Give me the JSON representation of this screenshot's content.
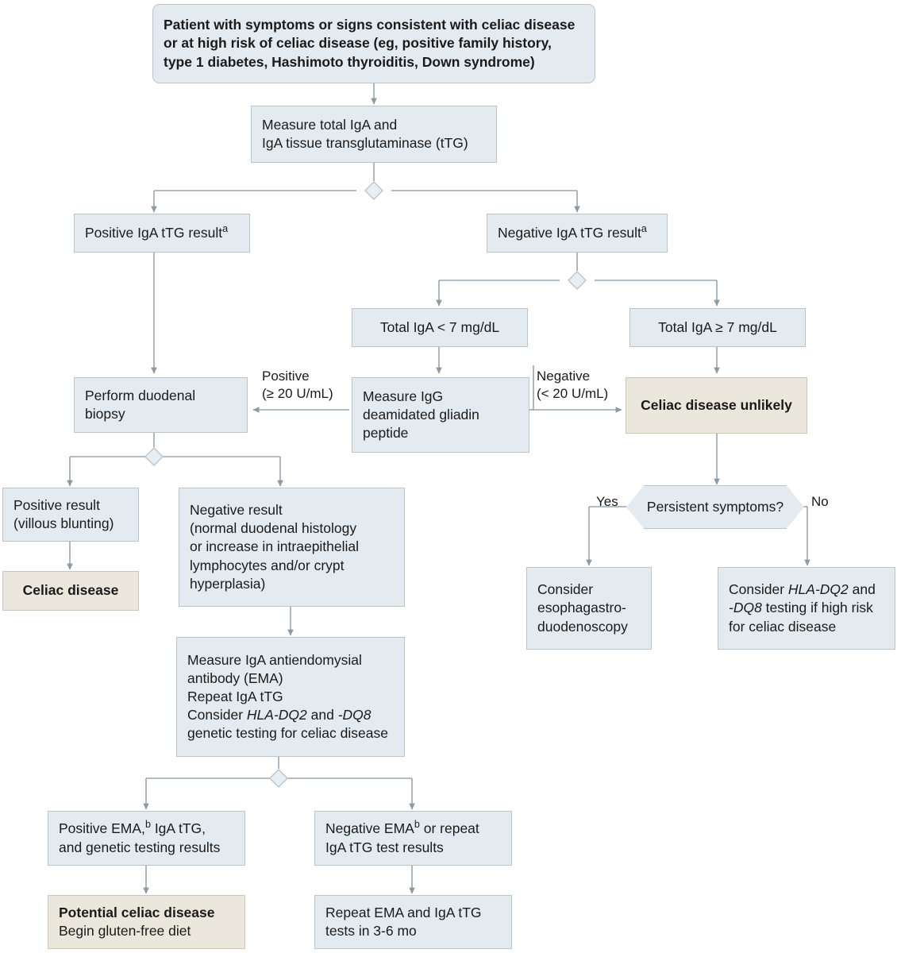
{
  "colors": {
    "box_fill": "#e4ebf0",
    "box_stroke": "#b9c4cb",
    "outcome_fill": "#ece7dd",
    "outcome_stroke": "#cdc6b8",
    "connector": "#9aa5ad",
    "text": "#1a1a1a"
  },
  "nodes": {
    "entry": {
      "lines": [
        "Patient with symptoms or signs consistent with celiac disease",
        "or at high risk of celiac disease (eg, positive family history,",
        "type 1 diabetes, Hashimoto thyroiditis, Down syndrome)"
      ]
    },
    "measure_iga": {
      "lines": [
        "Measure total IgA and",
        "IgA tissue transglutaminase (tTG)"
      ]
    },
    "positive_ttg": {
      "text": "Positive IgA tTG result",
      "footnote": "a"
    },
    "negative_ttg": {
      "text": "Negative IgA tTG result",
      "footnote": "a"
    },
    "total_iga_low": {
      "text": "Total IgA < 7 mg/dL"
    },
    "total_iga_high": {
      "text": "Total IgA ≥ 7 mg/dL"
    },
    "biopsy": {
      "lines": [
        "Perform duodenal",
        "biopsy"
      ]
    },
    "measure_dgp": {
      "lines": [
        "Measure IgG",
        "deamidated gliadin",
        "peptide"
      ]
    },
    "celiac_unlikely": {
      "text": "Celiac disease unlikely"
    },
    "positive_biopsy": {
      "lines": [
        "Positive result",
        "(villous blunting)"
      ]
    },
    "celiac_disease": {
      "text": "Celiac disease"
    },
    "negative_biopsy": {
      "lines": [
        "Negative result",
        "(normal duodenal histology",
        "or increase in intraepithelial",
        "lymphocytes and/or crypt",
        "hyperplasia)"
      ]
    },
    "measure_ema": {
      "line1": "Measure IgA antiendomysial",
      "line2": "antibody (EMA)",
      "line3": "Repeat IgA tTG",
      "line4_pre": "Consider ",
      "line4_gene1": "HLA-DQ2",
      "line4_mid": " and ",
      "line4_gene2": "-DQ8",
      "line5": "genetic testing for celiac disease"
    },
    "positive_ema": {
      "line1_pre": "Positive EMA,",
      "line1_footnote": "b",
      "line1_post": " IgA tTG,",
      "line2": "and genetic testing results"
    },
    "potential_celiac": {
      "line1": "Potential celiac disease",
      "line2": "Begin gluten-free diet"
    },
    "negative_ema": {
      "line1_pre": "Negative EMA",
      "line1_footnote": "b",
      "line1_post": " or repeat",
      "line2": "IgA tTG test results"
    },
    "repeat_tests": {
      "lines": [
        "Repeat EMA and IgA tTG",
        "tests in 3-6 mo"
      ]
    },
    "persistent_symptoms": {
      "text": "Persistent symptoms?"
    },
    "consider_egd": {
      "lines": [
        "Consider",
        "esophagastro-",
        "duodenoscopy"
      ]
    },
    "consider_hla": {
      "line1_pre": "Consider ",
      "line1_gene": "HLA-DQ2",
      "line1_post": " and",
      "line2_gene": "-DQ8",
      "line2_post": " testing if high risk",
      "line3": "for celiac disease"
    }
  },
  "edge_labels": {
    "dgp_positive": [
      "Positive",
      "(≥ 20 U/mL)"
    ],
    "dgp_negative": [
      "Negative",
      "(< 20 U/mL)"
    ],
    "symptoms_yes": "Yes",
    "symptoms_no": "No"
  }
}
